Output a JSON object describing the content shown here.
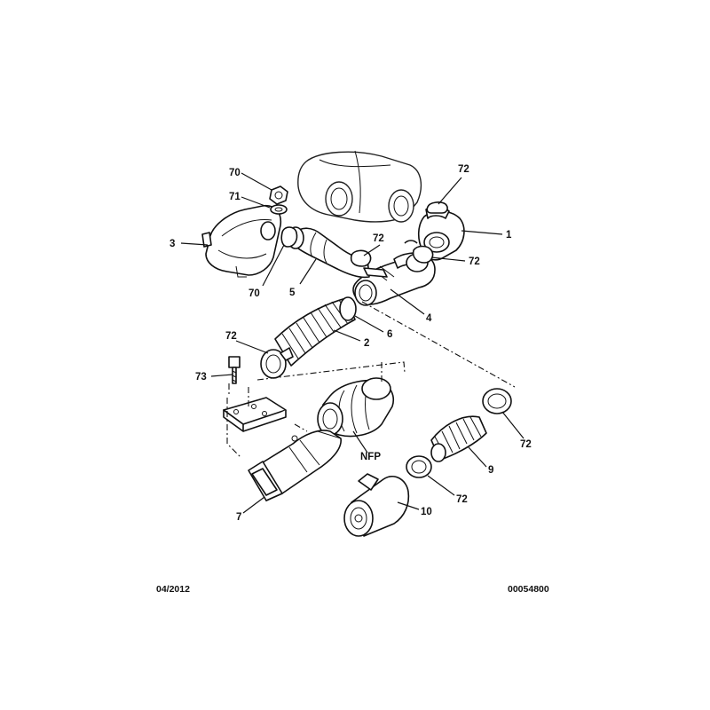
{
  "diagram": {
    "callouts": {
      "c70a": "70",
      "c71": "71",
      "c3": "3",
      "c70b": "70",
      "c5": "5",
      "c72_top": "72",
      "c72_mid": "72",
      "c1": "1",
      "c72_right": "72",
      "c4": "4",
      "c6": "6",
      "c2": "2",
      "c72_left": "72",
      "c73": "73",
      "c72_far_right": "72",
      "c9": "9",
      "c72_bottom": "72",
      "c10": "10",
      "cNFP": "NFP",
      "c7": "7"
    },
    "footer": {
      "date": "04/2012",
      "reference": "00054800"
    }
  }
}
